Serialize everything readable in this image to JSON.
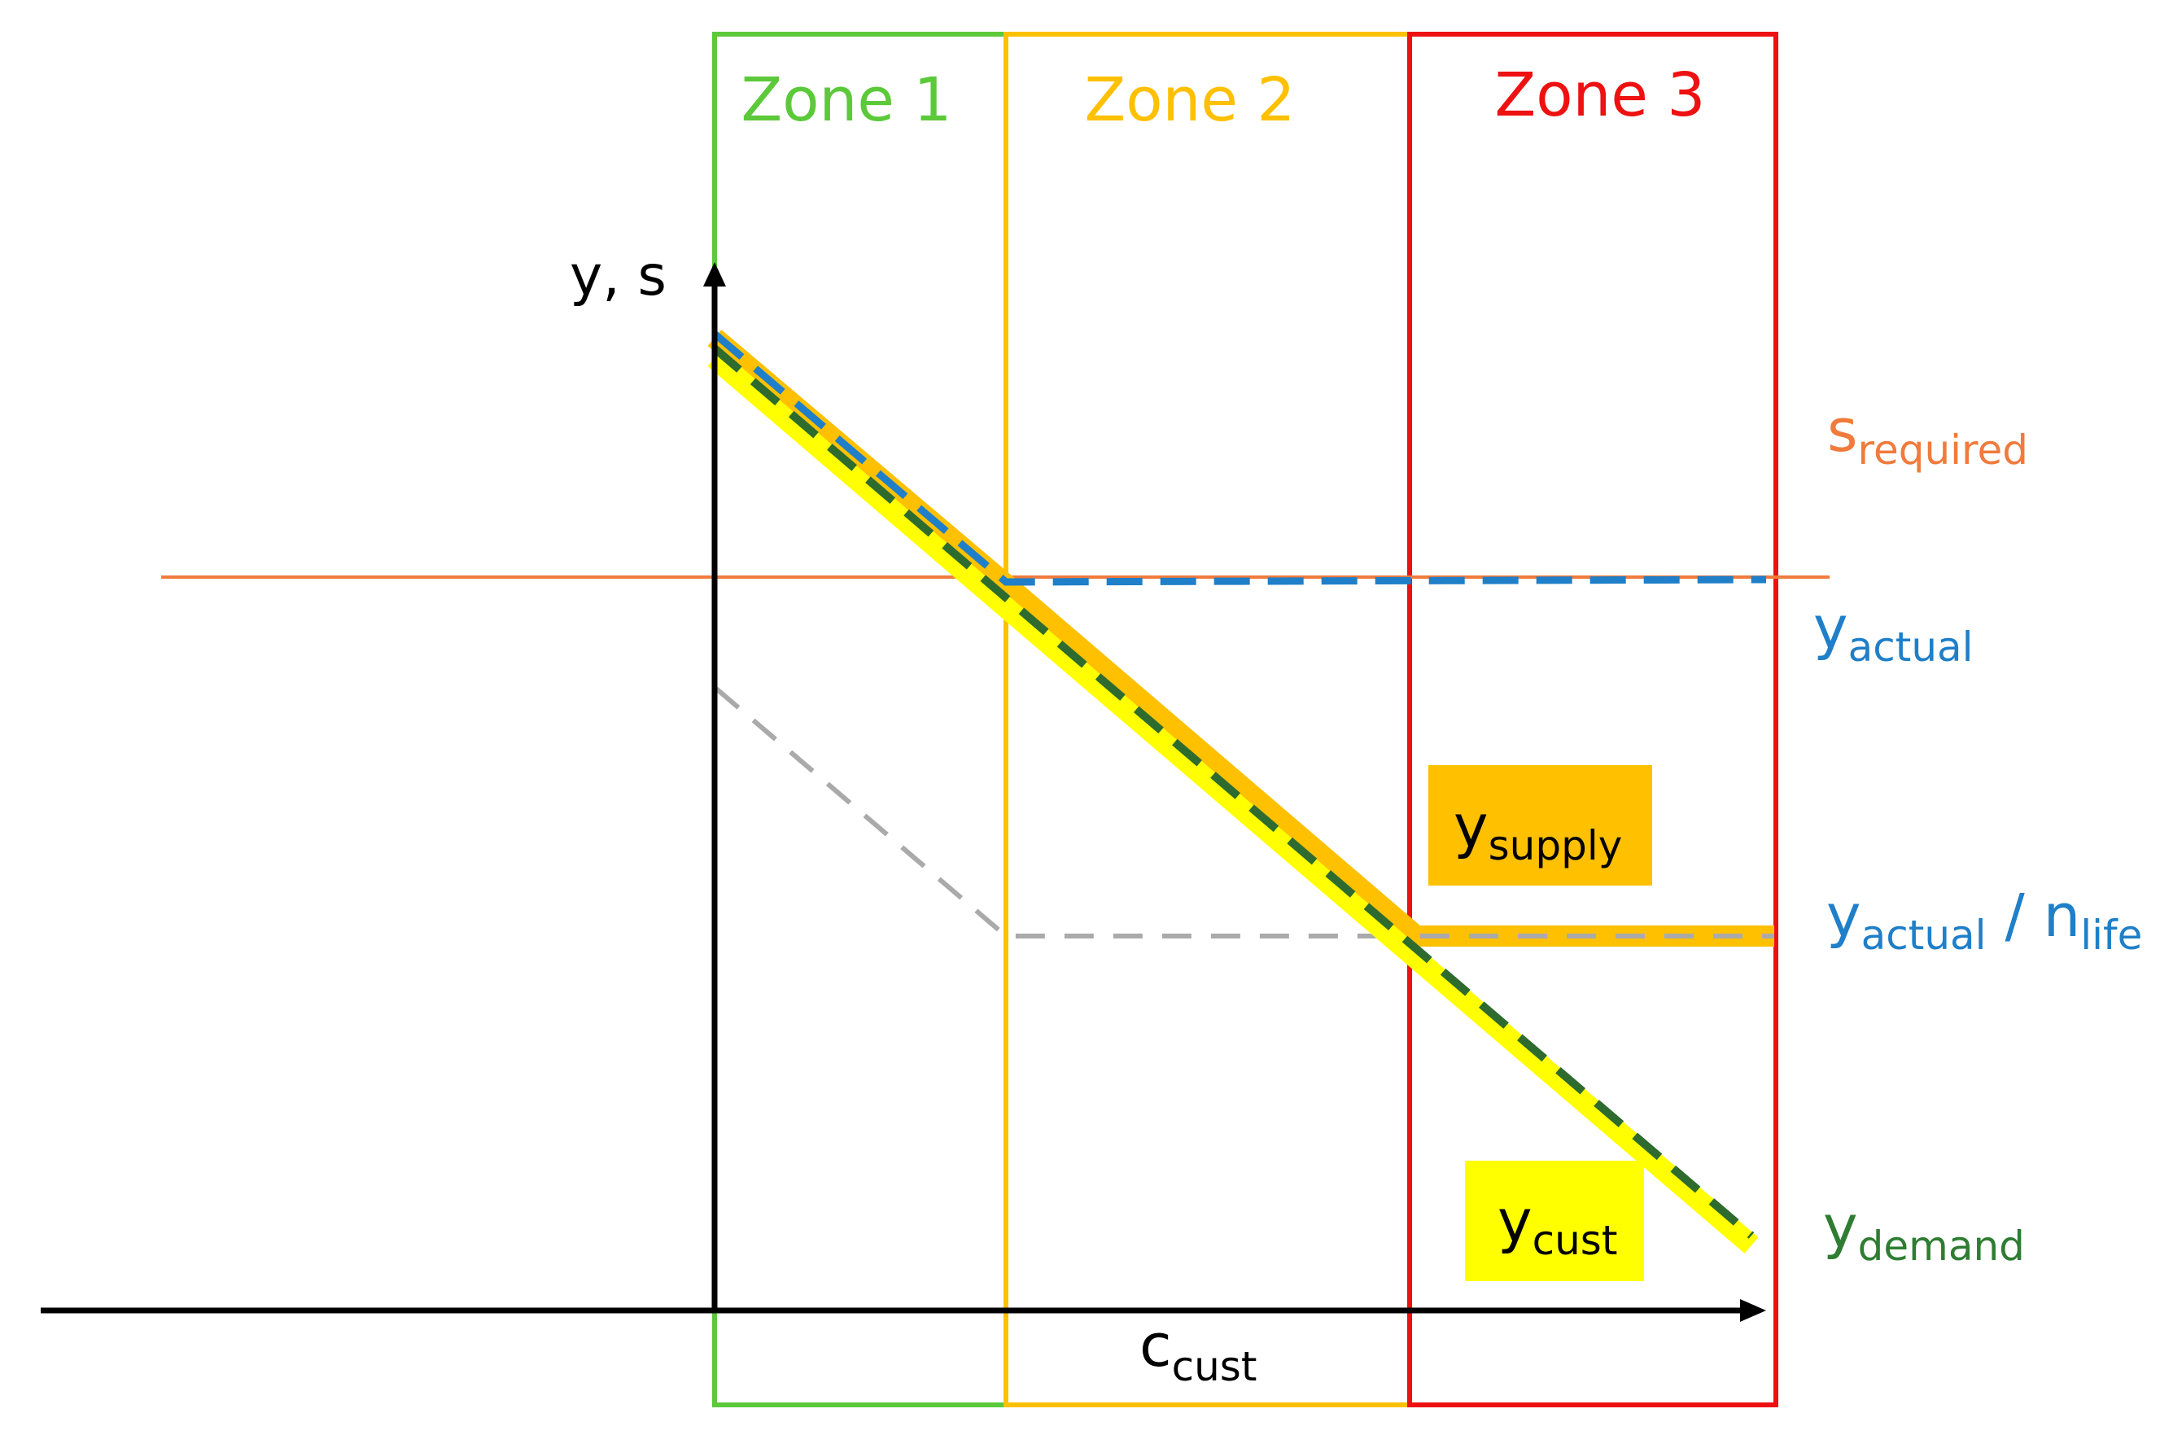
{
  "zones": [
    {
      "label": "Zone 1",
      "color": "#5cc93a"
    },
    {
      "label": "Zone 2",
      "color": "#ffc000"
    },
    {
      "label": "Zone 3",
      "color": "#ee1111"
    }
  ],
  "axes": {
    "y_label": "y, s",
    "x_label_main": "c",
    "x_label_sub": "cust"
  },
  "labels": {
    "s_required": {
      "main": "s",
      "sub": "required",
      "color": "#f07b3c"
    },
    "y_actual": {
      "main": "y",
      "sub": "actual",
      "color": "#1f7fc8"
    },
    "y_actual_nlife": {
      "main": "y",
      "sub": "actual",
      "sep": " / ",
      "main2": "n",
      "sub2": "life",
      "color": "#1f7fc8"
    },
    "y_demand": {
      "main": "y",
      "sub": "demand",
      "color": "#2e7d32"
    },
    "y_supply": {
      "main": "y",
      "sub": "supply",
      "bg": "#ffc000"
    },
    "y_cust": {
      "main": "y",
      "sub": "cust",
      "bg": "#ffff00"
    }
  },
  "colors": {
    "s_required_line": "#f07b3c",
    "y_actual_line": "#1f7fc8",
    "y_demand_line": "#2e6b2e",
    "y_supply_line": "#ffc000",
    "y_cust_line": "#ffff00",
    "nlife_line": "#aaaaaa"
  }
}
